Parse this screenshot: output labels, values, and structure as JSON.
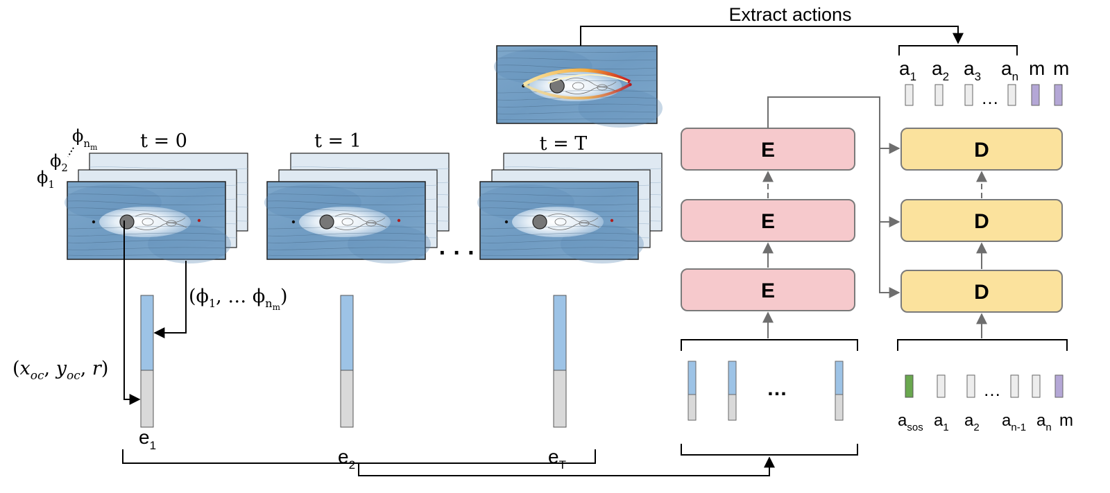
{
  "top_label": "Extract actions",
  "time_labels": [
    "t = 0",
    "t = 1",
    "t = T"
  ],
  "phi_labels": {
    "phi1": "ϕ",
    "phi1_sub": "1",
    "phi2": "ϕ",
    "phi2_sub": "2",
    "phinm": "ϕ",
    "phinm_sub": "n",
    "phinm_subsub": "m"
  },
  "feature_label": {
    "open": "(ϕ",
    "sub1": "1",
    "mid": ", … ϕ",
    "subn": "n",
    "subm": "m",
    "close": ")"
  },
  "geometry_label": "(x_oc, y_oc, r)",
  "geometry_parts": {
    "open": "(",
    "x": "x",
    "x_sub": "oc",
    "comma1": ", ",
    "y": "y",
    "y_sub": "oc",
    "comma2": ", ",
    "r": "r",
    "close": ")"
  },
  "embeddings": [
    {
      "name": "e",
      "sub": "1"
    },
    {
      "name": "e",
      "sub": "2"
    },
    {
      "name": "e",
      "sub": "T"
    }
  ],
  "encoder_blocks": [
    "E",
    "E",
    "E"
  ],
  "decoder_blocks": [
    "D",
    "D",
    "D"
  ],
  "ellipsis": "…",
  "dots": "· · ·",
  "output_tokens": [
    {
      "name": "a",
      "sub": "1"
    },
    {
      "name": "a",
      "sub": "2"
    },
    {
      "name": "a",
      "sub": "3"
    },
    {
      "name": "a",
      "sub": "n"
    },
    {
      "name": "m",
      "sub": ""
    },
    {
      "name": "m",
      "sub": ""
    }
  ],
  "input_tokens": [
    {
      "name": "a",
      "sub": "sos"
    },
    {
      "name": "a",
      "sub": "1"
    },
    {
      "name": "a",
      "sub": "2"
    },
    {
      "name": "a",
      "sub": "n-1"
    },
    {
      "name": "a",
      "sub": "n"
    },
    {
      "name": "m",
      "sub": ""
    }
  ],
  "colors": {
    "encoder_fill": "#f6c9cc",
    "decoder_fill": "#fbe29d",
    "block_stroke": "#7a7a7a",
    "feature_blue": "#9dc3e6",
    "geometry_gray": "#d9d9d9",
    "token_gray": "#ededed",
    "mask_purple": "#b4a7d6",
    "sos_green": "#6aa84f",
    "flow_bg": "#7fa7c9",
    "flow_light": "#dfe9f2"
  }
}
